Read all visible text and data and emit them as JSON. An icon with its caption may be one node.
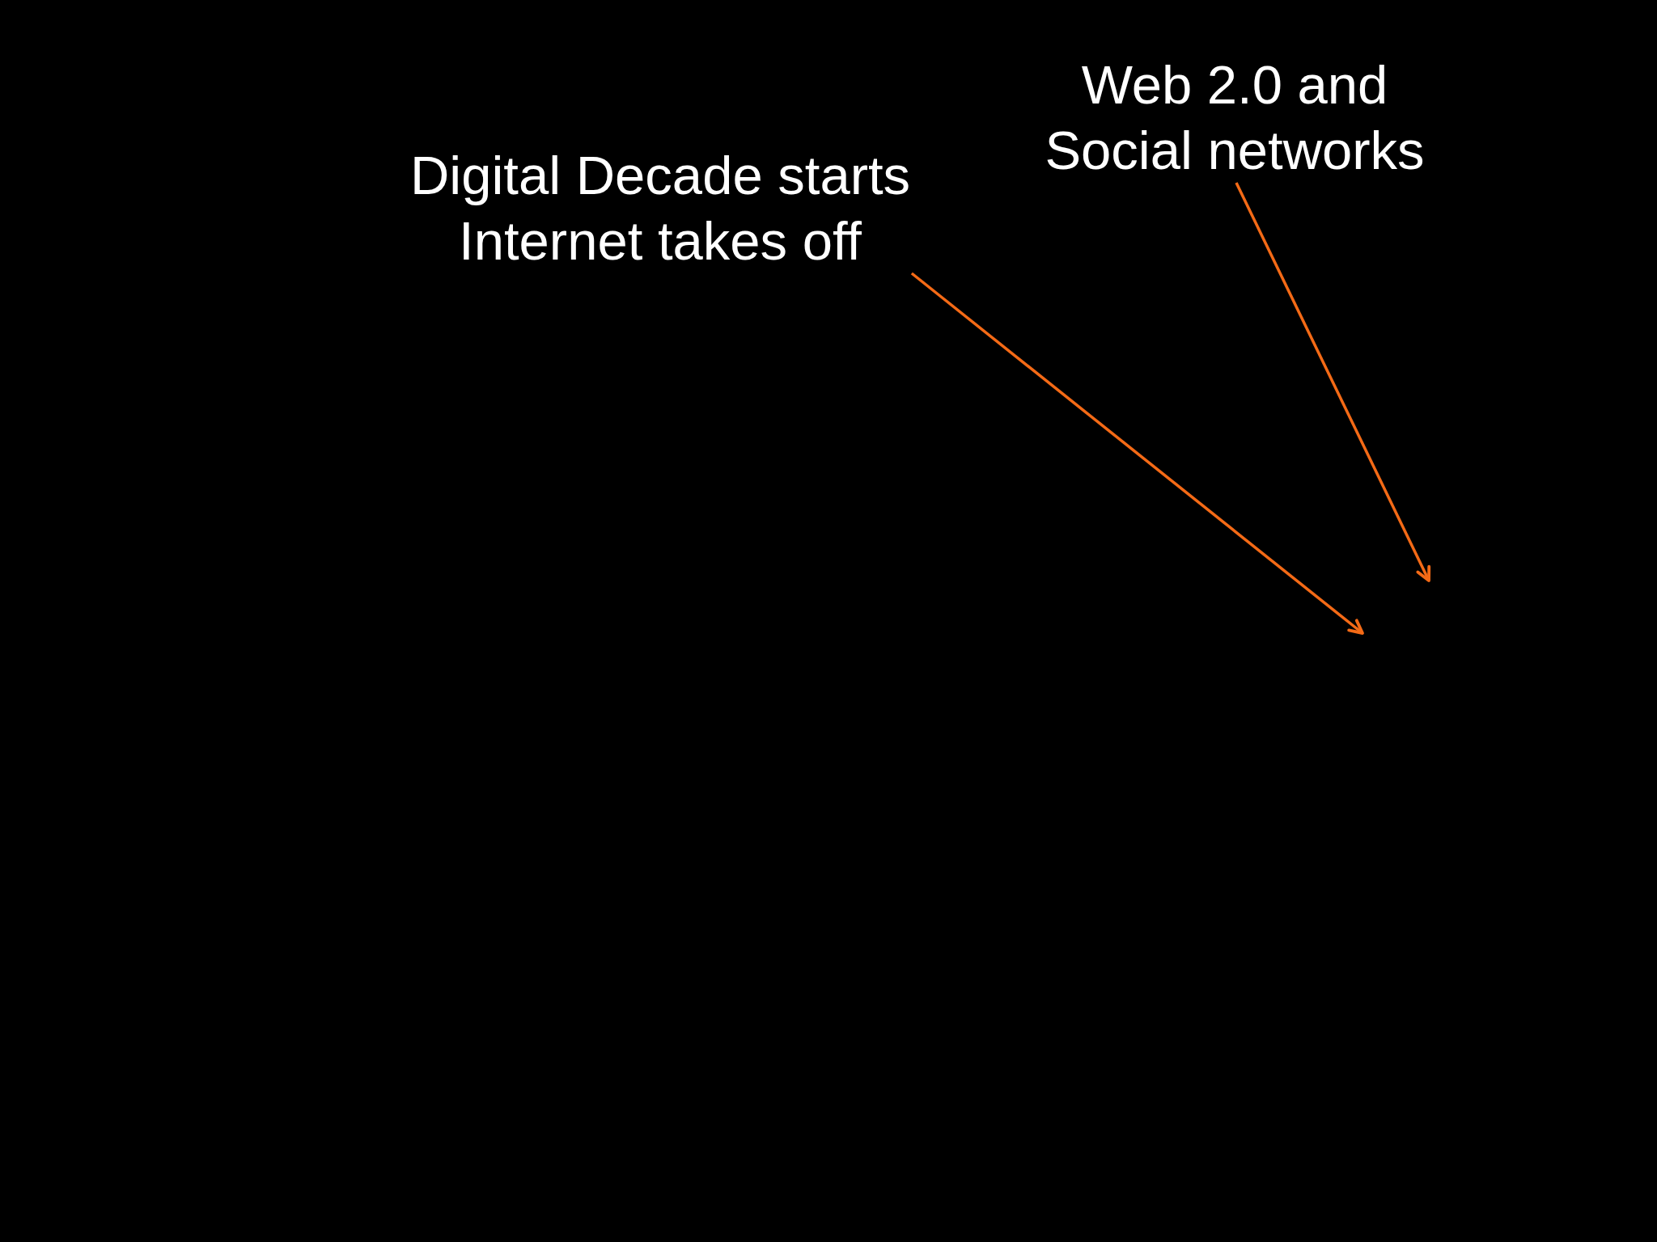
{
  "diagram": {
    "nodes": [
      {
        "text": [
          "Digital Decade starts Internet takes off"
        ]
      },
      {
        "text": [
          "Web 2.0 and Social networks"
        ]
      }
    ],
    "edges": [
      {
        "from": 0,
        "to": null,
        "arrow": "to"
      },
      {
        "from": 1,
        "to": null,
        "arrow": "to"
      }
    ]
  }
}
